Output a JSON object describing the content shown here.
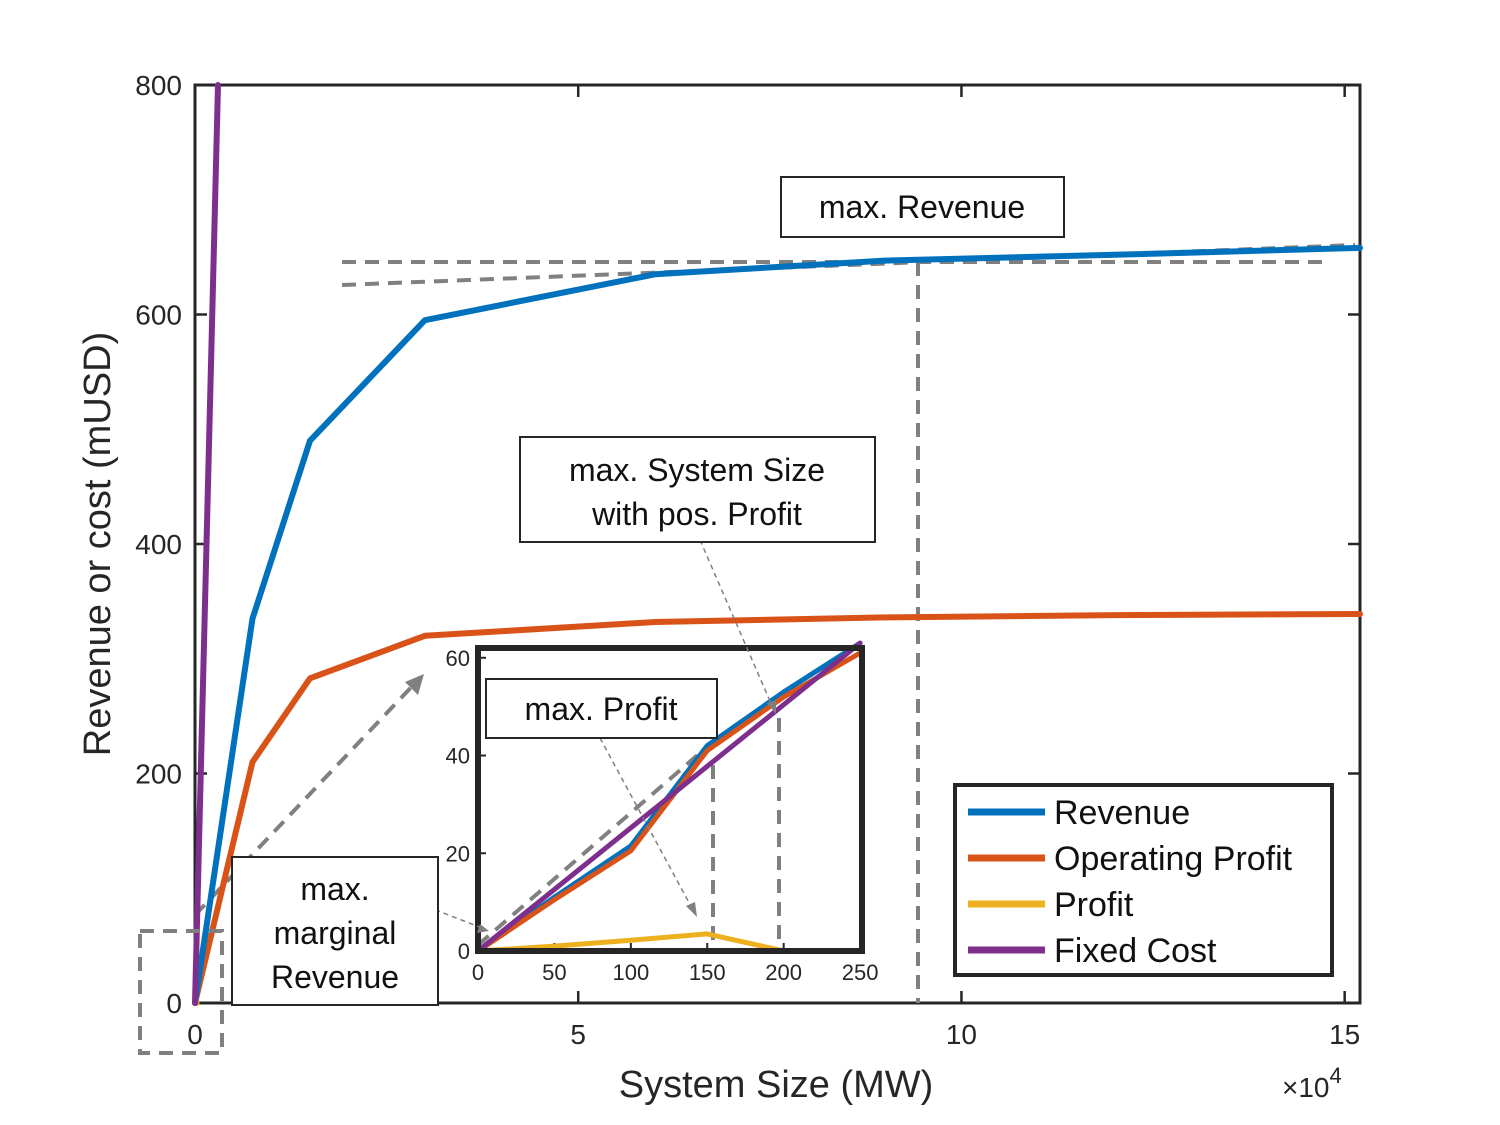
{
  "chart_data": [
    {
      "id": "main",
      "type": "line",
      "title": "",
      "xlabel": "System Size (MW)",
      "ylabel": "Revenue or cost (mUSD)",
      "x_exponent_label": "×10",
      "x_exponent_power": "4",
      "x_multiplier": 10000,
      "xlim": [
        0,
        15.2
      ],
      "ylim": [
        0,
        800
      ],
      "xticks": [
        0,
        5,
        10,
        15
      ],
      "xtick_labels": [
        "0",
        "5",
        "10",
        "15"
      ],
      "yticks": [
        0,
        200,
        400,
        600,
        800
      ],
      "ytick_labels": [
        "0",
        "200",
        "400",
        "600",
        "800"
      ],
      "grid": false,
      "legend_position": "bottom-right",
      "series": [
        {
          "name": "Revenue",
          "color": "#0072BD",
          "x": [
            0,
            0.75,
            1.5,
            3.0,
            6.0,
            9.0,
            12.0,
            15.2
          ],
          "y": [
            0,
            335,
            490,
            595,
            635,
            647,
            652,
            658
          ]
        },
        {
          "name": "Operating Profit",
          "color": "#D95319",
          "x": [
            0,
            0.75,
            1.5,
            3.0,
            6.0,
            9.0,
            12.0,
            15.2
          ],
          "y": [
            0,
            210,
            283,
            320,
            332,
            336,
            338,
            339
          ]
        },
        {
          "name": "Profit",
          "color": "#EDB120",
          "x": [
            0,
            0.015,
            0.02
          ],
          "y": [
            0,
            3,
            0
          ]
        },
        {
          "name": "Fixed Cost",
          "color": "#7E2F8E",
          "x": [
            0,
            0.3
          ],
          "y": [
            0,
            800
          ]
        }
      ],
      "annotations": [
        "max. Revenue",
        "max. System Size\nwith pos. Profit",
        "max.\nmarginal\nRevenue"
      ]
    },
    {
      "id": "inset",
      "type": "line",
      "xlim": [
        0,
        250
      ],
      "ylim": [
        0,
        62
      ],
      "xticks": [
        0,
        50,
        100,
        150,
        200,
        250
      ],
      "xtick_labels": [
        "0",
        "50",
        "100",
        "150",
        "200",
        "250"
      ],
      "yticks": [
        0,
        20,
        40,
        60
      ],
      "ytick_labels": [
        "0",
        "20",
        "40",
        "60"
      ],
      "series": [
        {
          "name": "Revenue",
          "color": "#0072BD",
          "x": [
            0,
            50,
            100,
            150,
            200,
            250
          ],
          "y": [
            0,
            11,
            21.5,
            42,
            53,
            63
          ]
        },
        {
          "name": "Operating Profit",
          "color": "#D95319",
          "x": [
            0,
            50,
            100,
            150,
            200,
            250
          ],
          "y": [
            0,
            10.5,
            20.5,
            41,
            52,
            61
          ]
        },
        {
          "name": "Profit",
          "color": "#EDB120",
          "x": [
            0,
            50,
            100,
            150,
            200
          ],
          "y": [
            0,
            1,
            2.2,
            3.5,
            0
          ]
        },
        {
          "name": "Fixed Cost",
          "color": "#7E2F8E",
          "x": [
            0,
            250
          ],
          "y": [
            0,
            63
          ]
        }
      ],
      "annotations": [
        "max. Profit"
      ]
    }
  ]
}
